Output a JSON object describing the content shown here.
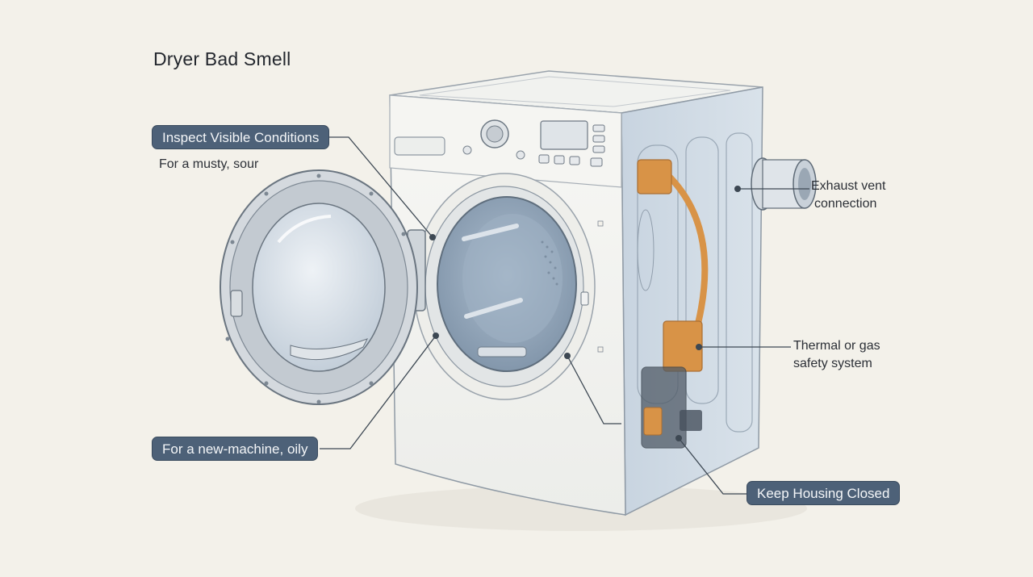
{
  "title": "Dryer Bad Smell",
  "callouts": {
    "inspect": "Inspect Visible Conditions",
    "musty": "For a musty, sour",
    "oily": "For a new-machine, oily",
    "exhaust_line1": "Exhaust vent",
    "exhaust_line2": "connection",
    "thermal_line1": "Thermal or gas",
    "thermal_line2": "safety system",
    "housing": "Keep Housing Closed"
  },
  "colors": {
    "background": "#f3f1ea",
    "pill": "#4d6178",
    "component_orange": "#d9903f",
    "housing_blue": "#c9d6e2"
  }
}
